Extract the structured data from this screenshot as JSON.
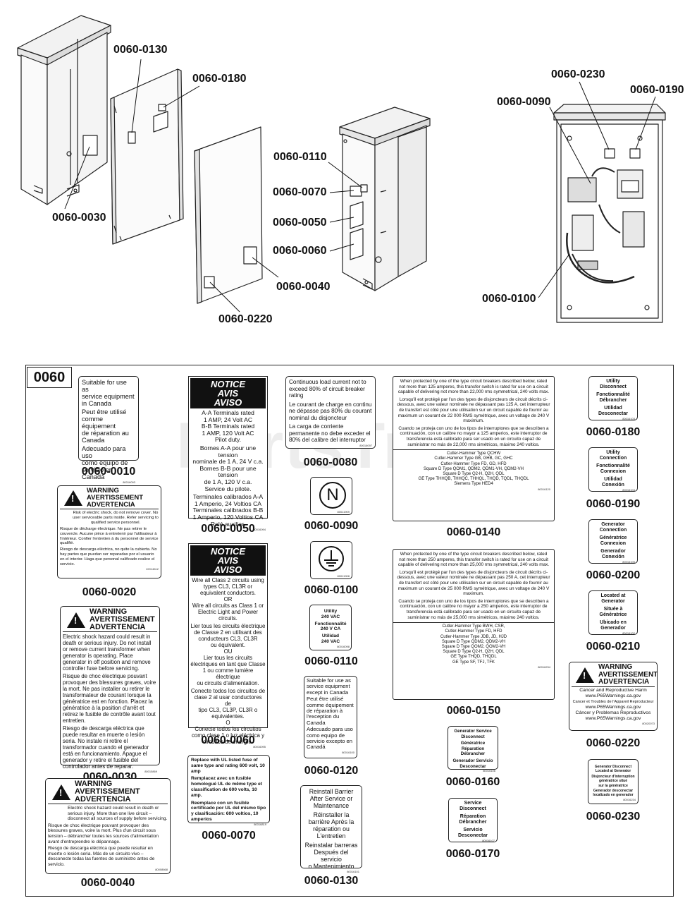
{
  "callouts": {
    "c0130": "0060-0130",
    "c0180": "0060-0180",
    "c0030": "0060-0030",
    "c0110": "0060-0110",
    "c0070": "0060-0070",
    "c0050": "0060-0050",
    "c0060": "0060-0060",
    "c0040": "0060-0040",
    "c0220": "0060-0220",
    "c0230": "0060-0230",
    "c0190": "0060-0190",
    "c0090": "0060-0090",
    "c0100": "0060-0100"
  },
  "panel_id": "0060",
  "watermark": "PartsTree",
  "decals": {
    "d0010": {
      "caption": "0060-0010",
      "lines": [
        "Suitable for use as",
        "service equipment",
        "in Canada",
        "Peut être utilisé",
        "comme équipement",
        "de réparation au",
        "Canada",
        "Adecuado para uso",
        "como equipo de",
        "servicio en Canadá"
      ],
      "code": "80016093"
    },
    "d0020": {
      "caption": "0060-0020",
      "hdr": [
        "WARNING",
        "AVERTISSEMENT",
        "ADVERTENCIA"
      ],
      "lines": [
        "Risk of electric shock, do not remove cover. No user serviceable parts inside. Refer servicing to qualified service personnel.",
        "Risque de décharge électrique. Ne pas retirer le couvercle. Aucune pièce à entretenir par l'utilisateur à l'intérieur. Confier l'entretien à du personnel de service qualifié.",
        "Riesgo de descarga eléctrica, no quite la cubierta. No hay partes que puedan ser reparadas por el usuario en el interior. Haga que personal calificado realice el servicio."
      ],
      "code": "22014612"
    },
    "d0030": {
      "caption": "0060-0030",
      "hdr": [
        "WARNING",
        "AVERTISSEMENT",
        "ADVERTENCIA"
      ],
      "lines": [
        "Electric shock hazard could result in death or serious injury. Do not install or remove current transformer when generator is operating. Place generator in off position and remove controller fuse before servicing.",
        "Risque de choc électrique pouvant provoquer des blessures graves, voire la mort. Ne pas installer ou retirer le transformateur de courant lorsque la génératrice est en fonction. Placez la génératrice à la position d'arrêt et retirez le fusible de contrôle avant tout entretien.",
        "Riesgo de descarga eléctrica que puede resultar en muerte o lesión seria. No instale ni retire el transformador cuando el generador está en funcionamiento. Apague el generador y retire el fusible del controlador antes de reparar."
      ],
      "code": "80015869"
    },
    "d0040": {
      "caption": "0060-0040",
      "hdr": [
        "WARNING",
        "AVERTISSEMENT",
        "ADVERTENCIA"
      ],
      "lines": [
        "Electric shock hazard could result in death or serious injury. More than one live circuit – disconnect all sources of supply before servicing.",
        "Risque de choc électrique pouvant provoquer des blessures graves, voire la mort. Plus d'un circuit sous tension – débrancher toutes les sources d'alimentation avant d'entreprendre le dépannage.",
        "Riesgo de descarga eléctrica que puede resultar en muerte o lesión seria. Más de un circuito vivo – desconecte todas las fuentes de suministro antes de servicio."
      ],
      "code": "80008668"
    },
    "d0050": {
      "caption": "0060-0050",
      "hdr": [
        "NOTICE",
        "AVIS",
        "AVISO"
      ],
      "lines": [
        "A-A Terminals rated",
        "1 AMP, 24 Volt AC",
        "B-B Terminals rated",
        "1 AMP, 120 Volt AC",
        "Pilot duty.",
        "Bornes A-A pour une tension",
        "nominale de 1 A, 24 V c.a.",
        "Bornes B-B pour une tension",
        "de 1 A, 120 V c.a.",
        "Service du pilote.",
        "Terminales calibrados A-A",
        "1 Amperio, 24 Voltios CA",
        "Terminales calibrados B-B",
        "1 Amperio, 120 Voltios CA",
        "Relé auxiliar."
      ],
      "code": "80016094"
    },
    "d0060": {
      "caption": "0060-0060",
      "hdr": [
        "NOTICE",
        "AVIS",
        "AVISO"
      ],
      "lines": [
        "Wire all Class 2 circuits using",
        "types CL3, CL3R or",
        "equivalent conductors.",
        "OR",
        "Wire all circuits as Class 1 or",
        "Electric Light and Power circuits.",
        "Lier tous les circuits électrique",
        "de Classe 2 en utilisant des",
        "conducteurs CL3, CL3R",
        "ou équivalent.",
        "OU",
        "Lier tous les circuits",
        "électriques en tant que Classe",
        "1 ou comme lumière électrique",
        "ou circuits d'alimentation.",
        "Conecte todos los circuitos de",
        "clase 2 al usar conductores de",
        "tipo CL3, CL3P, CL3R o",
        "equivalentes.",
        "O",
        "Conecte todos los circuitos",
        "como clase 1 o luz eléctrica y",
        "circuitos de energía."
      ],
      "code": "80016095"
    },
    "d0070": {
      "caption": "0060-0070",
      "lines": [
        "Replace with UL listed fuse of same type and rating 600 volt, 10 amp",
        "Remplacez avec un fusible homologué UL de même type et classification de 600 volts, 10 amp.",
        "Reemplace con un fusible certificado por UL del mismo tipo y clasificación: 600 voltios, 10 amperios"
      ],
      "code": "80016819"
    },
    "d0080": {
      "caption": "0060-0080",
      "lines": [
        "Continuous load current not to exceed 80% of circuit breaker rating",
        "Le courant de charge en continu ne dépasse pas 80% du courant nominal du disjoncteur",
        "La carga de corriente permanente no debe exceder el 80% del calibre del interruptor"
      ],
      "code": "80016097"
    },
    "d0090": {
      "caption": "0060-0090",
      "symbol": "N",
      "code": "80011909"
    },
    "d0100": {
      "caption": "0060-0100",
      "code": "80011908"
    },
    "d0110": {
      "caption": "0060-0110",
      "lines": [
        "Utility",
        "240 VAC",
        "Fonctionnalité",
        "240 V CA",
        "Utilidad",
        "240 VAC"
      ],
      "code": "80016098"
    },
    "d0120": {
      "caption": "0060-0120",
      "lines": [
        "Suitable for use as",
        "service equipment",
        "except in Canada",
        "Peut être utilisé",
        "comme équipement",
        "de réparation à",
        "l'exception du",
        "Canada",
        "Adecuado para uso",
        "como equipo de",
        "servicio excepto en",
        "Canadá"
      ],
      "code": "80016100"
    },
    "d0130": {
      "caption": "0060-0130",
      "lines": [
        "Reinstall Barrier",
        "After Service or",
        "Maintenance",
        "Réinstaller la",
        "barrière Après la",
        "réparation ou",
        "L'entretien",
        "Reinstalar barreras",
        "Después del servicio",
        "o Mantenimiento"
      ],
      "code": "80016101"
    },
    "d0140": {
      "caption": "0060-0140",
      "paras": [
        "When protected by one of the type circuit breakers described below, rated not more than 125 amperes, this transfer switch is rated for use on a circuit capable of delivering not more than 22,000 rms symmetrical, 240 volts max.",
        "Lorsqu'il est protégé par l'un des types de disjoncteurs de circuit décrits ci-dessous, avec une valeur nominale ne dépassant pas 125 A, cet interrupteur de transfert est côté pour une utilisation sur un circuit capable de fournir au maximum un courant de 22 000 RMS symétrique, avec un voltage de 240 V maximum.",
        "Cuando se proteja con uno de los tipos de interruptores que se describen a continuación, con un calibre no mayor a 125 amperios, este interruptor de transferencia está calibrado para ser usado en un circuito capaz de suministrar no más de 22,000 rms simétricos, máximo 240 voltios."
      ],
      "list": [
        "Cutler-Hammer Type QCHW",
        "Cutler-Hammer Type GB, GHB, GC, GHC",
        "Cutler-Hammer Type FD, GD, HFD",
        "Square D Type QOM1, QDM2, QDM1-VH, QDM2-VH",
        "Square D Type Q2-H, Q2H, QDL",
        "GE Type THHQB, THHQC, THHQL, THQD, TQDL, THQDL",
        "Siemens Type HED4"
      ],
      "code": "80016120"
    },
    "d0150": {
      "caption": "0060-0150",
      "paras": [
        "When protected by one of the type circuit breakers described below, rated not more than 250 amperes, this transfer switch is rated for use on a circuit capable of delivering not more than 25,000 rms symmetrical, 240 volts max.",
        "Lorsqu'il est protégé par l'un des types de disjoncteurs de circuit décrits ci-dessous, avec une valeur nominale ne dépassant pas 250 A, cet interrupteur de transfert est côté pour une utilisation sur un circuit capable de fournir au maximum un courant de 25 000 RMS symétrique, avec un voltage de 240 V maximum.",
        "Cuando se proteja con uno de los tipos de interruptores que se describen a continuación, con un calibre no mayor a 250 amperios, este interruptor de transferencia está calibrado para ser usado en un circuito capaz de suministrar no más de 25,000 rms simétricos, máximo 240 voltios."
      ],
      "list": [
        "Cutler-Hammer Type BWH, CSR,",
        "Cutler-Hammer Type FD, HFD",
        "Cutler-Hammer Type JDB, JD, HJD",
        "Square D Type QDM2, QDM2-VH",
        "Square D Type QOM2, QOM2-VH",
        "Square D Type Q2-H, Q2H, QDL",
        "GE Type THQD, THQDL",
        "GE Type SF, TFJ, TFK"
      ],
      "code": "80016234"
    },
    "d0160": {
      "caption": "0060-0160",
      "lines": [
        "Generator Service",
        "Disconnect",
        "Génératrice Réparation",
        "Débrancher",
        "Generador Servicio",
        "Desconectar"
      ],
      "code": "80016106"
    },
    "d0170": {
      "caption": "0060-0170",
      "lines": [
        "Service",
        "Disconnect",
        "Réparation",
        "Débrancher",
        "Servicio",
        "Desconectar"
      ],
      "code": "80016107"
    },
    "d0180": {
      "caption": "0060-0180",
      "lines": [
        "Utility",
        "Disconnect",
        "Fonctionnalité",
        "Débrancher",
        "Utilidad",
        "Desconectar"
      ],
      "code": "80016103"
    },
    "d0190": {
      "caption": "0060-0190",
      "lines": [
        "Utility",
        "Connection",
        "Fonctionnalité",
        "Connexion",
        "Utilidad",
        "Conexión"
      ],
      "code": "80016104"
    },
    "d0200": {
      "caption": "0060-0200",
      "lines": [
        "Generator",
        "Connection",
        "Génératrice",
        "Connexion",
        "Generador",
        "Conexión"
      ],
      "code": "80016105"
    },
    "d0210": {
      "caption": "0060-0210",
      "lines": [
        "Located at",
        "Generator",
        "Située à",
        "Génératrice",
        "Ubicado en",
        "Generador"
      ],
      "code": "80016102"
    },
    "d0220": {
      "caption": "0060-0220",
      "hdr": [
        "WARNING",
        "AVERTISSEMENT",
        "ADVERTENCIA"
      ],
      "lines": [
        "Cancer and Reproductive Harm",
        "www.P65Warnings.ca.gov",
        "Cancer et Troubles de l'Appareil Reproducteur",
        "www.P65Warnings.ca.gov",
        "Cáncer y Problemas Reproductivos",
        "www.P65Warnings.ca.gov"
      ],
      "code": "80020073"
    },
    "d0230": {
      "caption": "0060-0230",
      "lines": [
        "Generator Disconnect",
        "Located at Generator",
        "Disjoncteur d'interruption",
        "génératrice situé",
        "sur la génératrice",
        "Generador desconectar",
        "localizado en generador"
      ],
      "code": "80016234"
    }
  }
}
